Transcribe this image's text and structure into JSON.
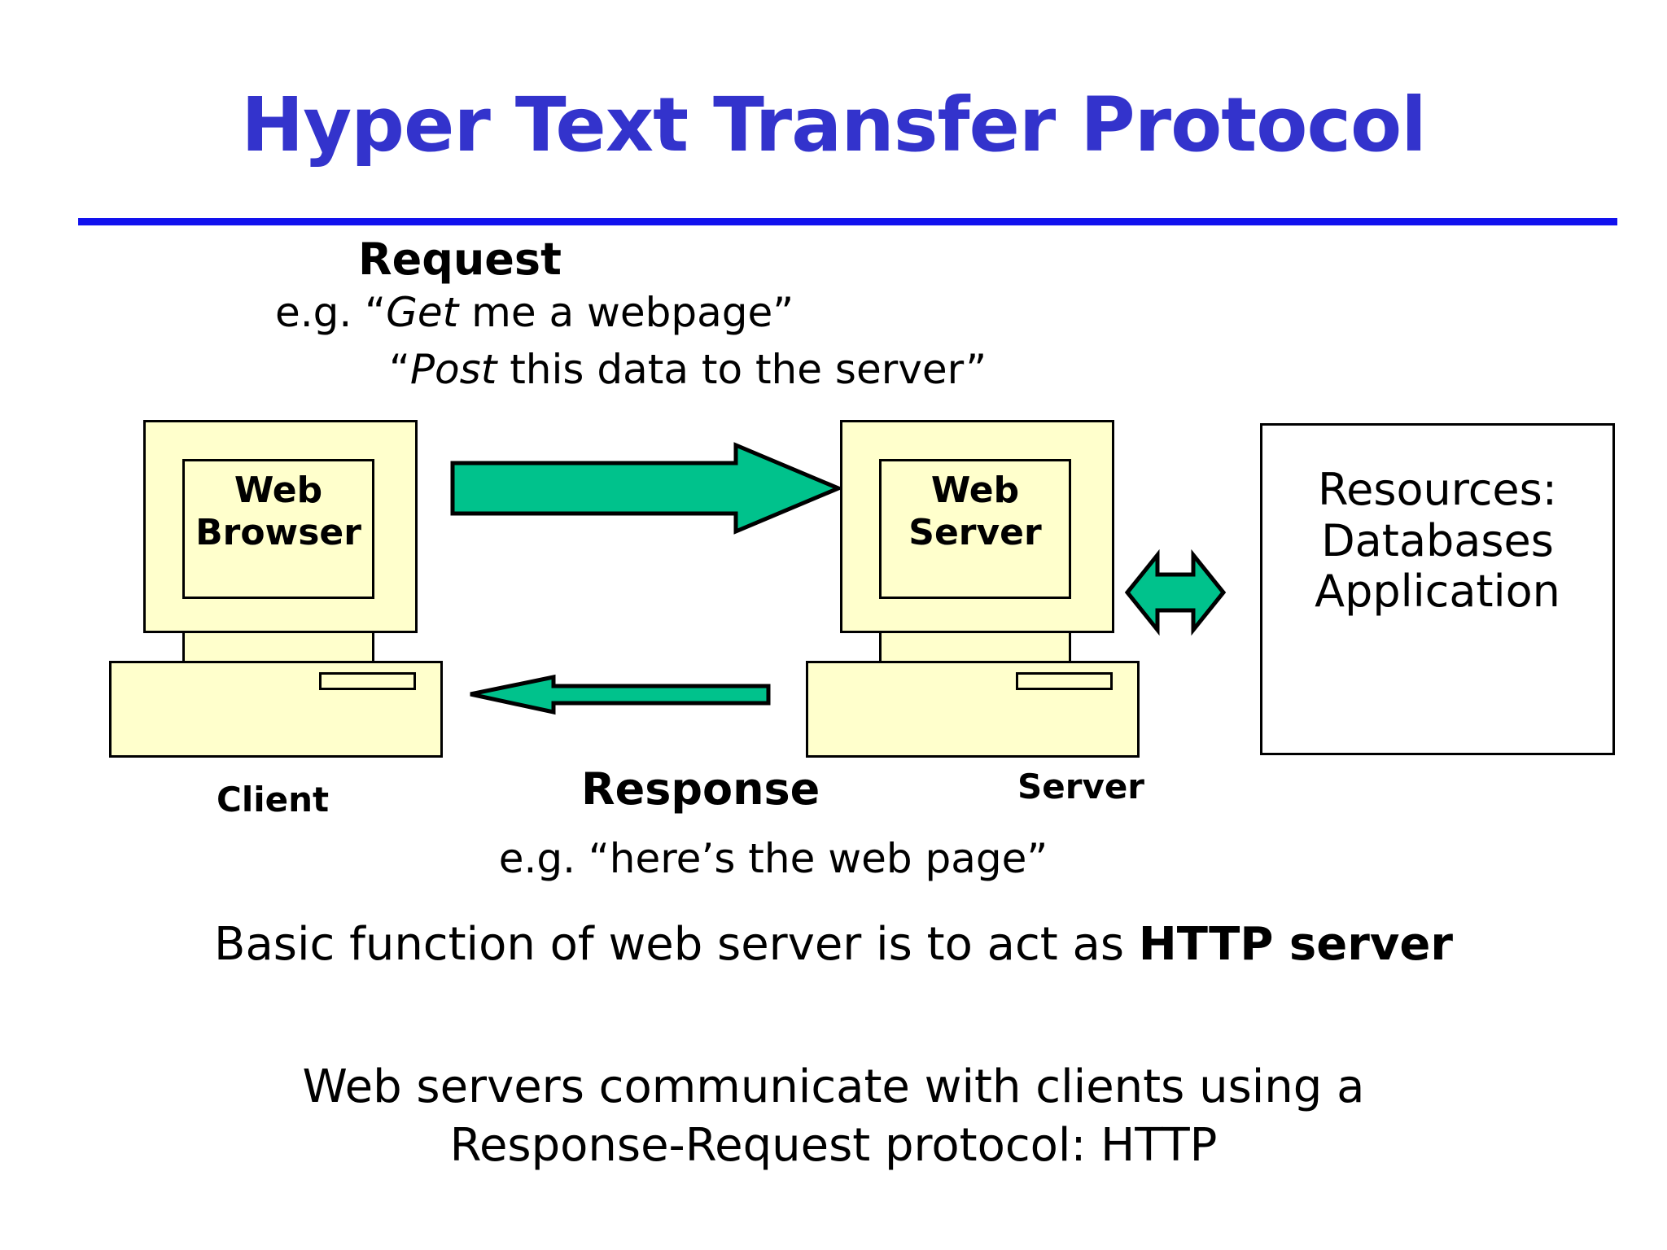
{
  "slide": {
    "title": "Hyper Text Transfer Protocol",
    "rule_color": "#1111EE",
    "title_color": "#3333CC"
  },
  "request": {
    "label": "Request",
    "example_1_prefix": "e.g. “",
    "example_1_verb": "Get",
    "example_1_suffix": " me a webpage”",
    "example_2_prefix": "“",
    "example_2_verb": "Post",
    "example_2_suffix": " this data to the server”"
  },
  "client": {
    "screen_text": "Web Browser",
    "caption": "Client",
    "fill_color": "#FFFFCC"
  },
  "server": {
    "screen_text": "Web Server",
    "caption": "Server",
    "fill_color": "#FFFFCC"
  },
  "resources": {
    "line_1": "Resources:",
    "line_2": "Databases",
    "line_3": "Application",
    "fill_color": "#FFFFFF"
  },
  "arrows": {
    "color": "#00C28C",
    "request_arrow_name": "request",
    "response_arrow_name": "response",
    "resource_arrow_name": "bidirectional"
  },
  "response": {
    "label": "Response",
    "example": "e.g. “here’s the web page”"
  },
  "bottom": {
    "line_1_prefix": "Basic function of web server is to act as ",
    "line_1_bold": "HTTP server",
    "line_2a": "Web servers communicate with clients using a",
    "line_2b": "Response-Request protocol: HTTP"
  }
}
